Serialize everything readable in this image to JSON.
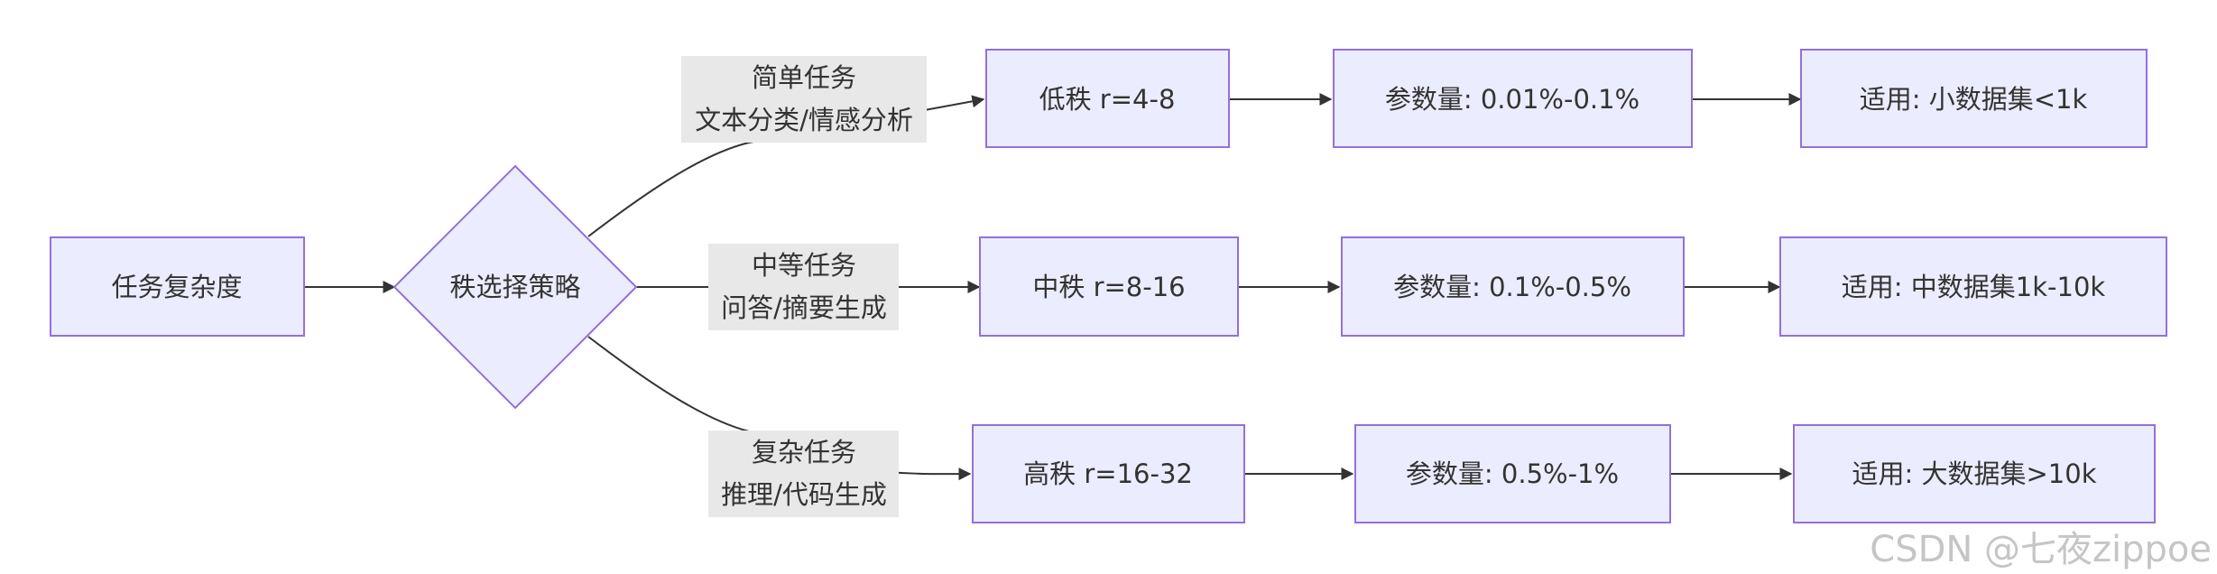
{
  "flowchart": {
    "start": "任务复杂度",
    "decision": "秩选择策略",
    "branches": [
      {
        "condition_line1": "简单任务",
        "condition_line2": "文本分类/情感分析",
        "rank": "低秩 r=4-8",
        "params": "参数量: 0.01%-0.1%",
        "usage": "适用: 小数据集<1k"
      },
      {
        "condition_line1": "中等任务",
        "condition_line2": "问答/摘要生成",
        "rank": "中秩 r=8-16",
        "params": "参数量: 0.1%-0.5%",
        "usage": "适用: 中数据集1k-10k"
      },
      {
        "condition_line1": "复杂任务",
        "condition_line2": "推理/代码生成",
        "rank": "高秩 r=16-32",
        "params": "参数量: 0.5%-1%",
        "usage": "适用: 大数据集>10k"
      }
    ]
  },
  "watermark": "CSDN @七夜zippoe",
  "colors": {
    "node_fill": "#ECECFF",
    "node_stroke": "#9370DB",
    "edge": "#333333",
    "label_bg": "#E8E8E8",
    "text": "#333333"
  }
}
